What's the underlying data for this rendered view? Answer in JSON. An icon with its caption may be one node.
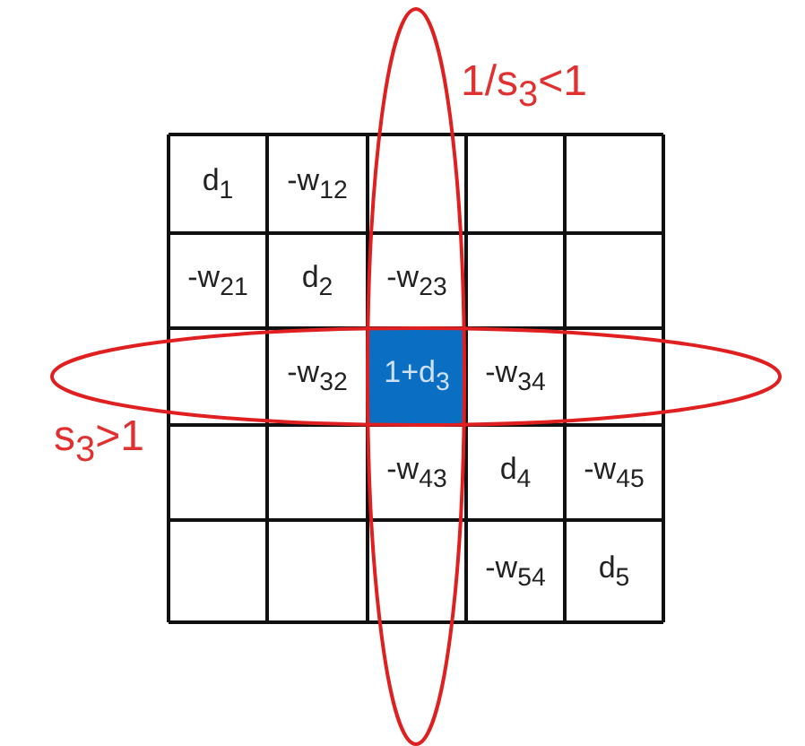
{
  "diagram": {
    "labels": [
      "1/s$_{3}$<1",
      "d$_{1}$",
      "-w$_{12}$",
      "-w$_{21}$",
      "d$_{2}$",
      "-w$_{23}$",
      "-w$_{32}$",
      "1+d$_{3}$",
      "-w$_{34}$",
      "s$_{3}$>1",
      "-w$_{43}$",
      "d$_{4}$",
      "-w$_{45}$",
      "-w$_{54}$",
      "d$_{5}$"
    ]
  }
}
